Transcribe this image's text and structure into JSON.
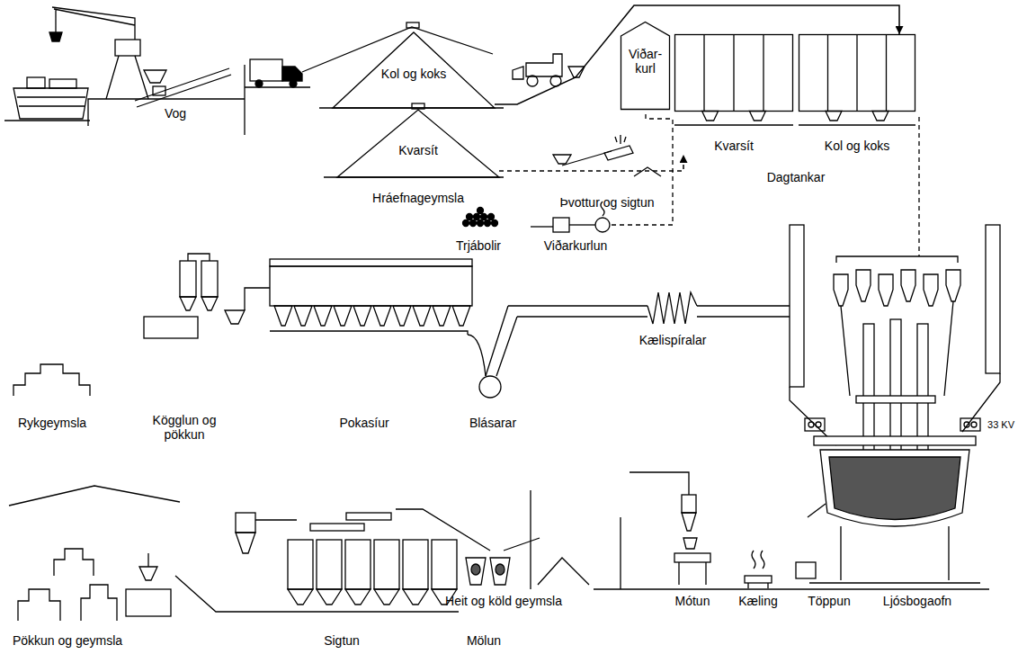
{
  "diagram": {
    "nodes": [
      {
        "text": [
          "Kol og koks"
        ]
      },
      {
        "text": [
          "Kvarsít"
        ]
      },
      {
        "text": [
          "Viðar- kurl"
        ]
      },
      {
        "text": [
          "Kvarsít"
        ]
      },
      {
        "text": [
          "Kol og koks"
        ]
      }
    ],
    "edges": [
      {
        "from": 0,
        "to": 4,
        "arrow": "to"
      },
      {
        "from": 1,
        "to": 3,
        "arrow": "to"
      }
    ],
    "labels": [
      "Vog",
      "Hráefnageymsla",
      "Þvottur og sigtun",
      "Dagtankar",
      "Trjábolir",
      "Viðarkurlun",
      "Kælispíralar",
      "33 KV",
      "Rykgeymsla",
      "Kögglun og pökkun",
      "Pokasíur",
      "Blásarar",
      "Mótun",
      "Kæling",
      "Töppun",
      "Ljósbogaofn",
      "Heit og köld geymsla",
      "Pökkun og geymsla",
      "Sigtun",
      "Mölun"
    ]
  }
}
